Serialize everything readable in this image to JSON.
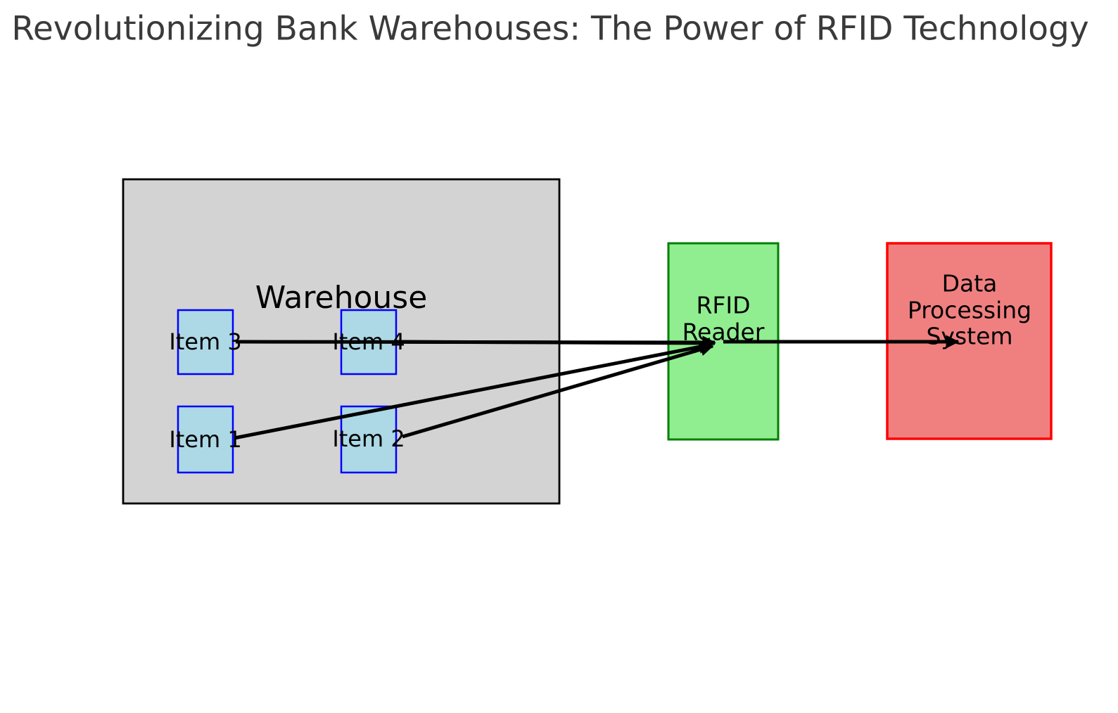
{
  "title": "Revolutionizing Bank Warehouses: The Power of RFID Technology",
  "diagram": {
    "warehouse": {
      "label": "Warehouse"
    },
    "items": [
      {
        "label": "Item 1"
      },
      {
        "label": "Item 2"
      },
      {
        "label": "Item 3"
      },
      {
        "label": "Item 4"
      }
    ],
    "rfid_reader": {
      "label": "RFID\nReader"
    },
    "data_processing": {
      "label": "Data\nProcessing\nSystem"
    }
  },
  "colors": {
    "title_text": "#3a3a3a",
    "label_text": "#000000",
    "warehouse_fill": "#d3d3d3",
    "warehouse_border": "#000000",
    "item_fill": "#add8e6",
    "item_border": "#0000ff",
    "reader_fill": "#90ee90",
    "reader_border": "#008000",
    "processor_fill": "#f08080",
    "processor_border": "#ff0000",
    "arrow": "#000000"
  }
}
